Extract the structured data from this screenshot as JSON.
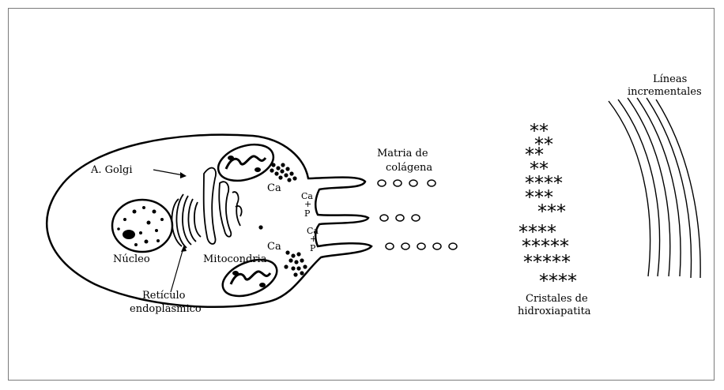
{
  "labels": {
    "golgi": "A. Golgi",
    "nucleus": "Núcleo",
    "er_line1": "Retículo",
    "er_line2": "endoplásmico",
    "mitochondria": "Mitocondria",
    "ca_top": "Ca",
    "ca_bottom": "Ca",
    "ion_ca1": "Ca",
    "ion_plus1": "+",
    "ion_p1": "P",
    "ion_ca2": "Ca",
    "ion_plus2": "+",
    "ion_p2": "P",
    "matrix_line1": "Matria de",
    "matrix_line2": "colágena",
    "crystals_line1": "Cristales de",
    "crystals_line2": "hidroxiapatita",
    "incremental_line1": "Líneas",
    "incremental_line2": "incrementales"
  },
  "crystals": {
    "rows": [
      "**",
      "**",
      "**",
      "**",
      "****",
      "***",
      "***",
      "****",
      "*****",
      "*****",
      "****"
    ]
  },
  "colors": {
    "ink": "#000000",
    "frame": "#7a7a7a"
  }
}
